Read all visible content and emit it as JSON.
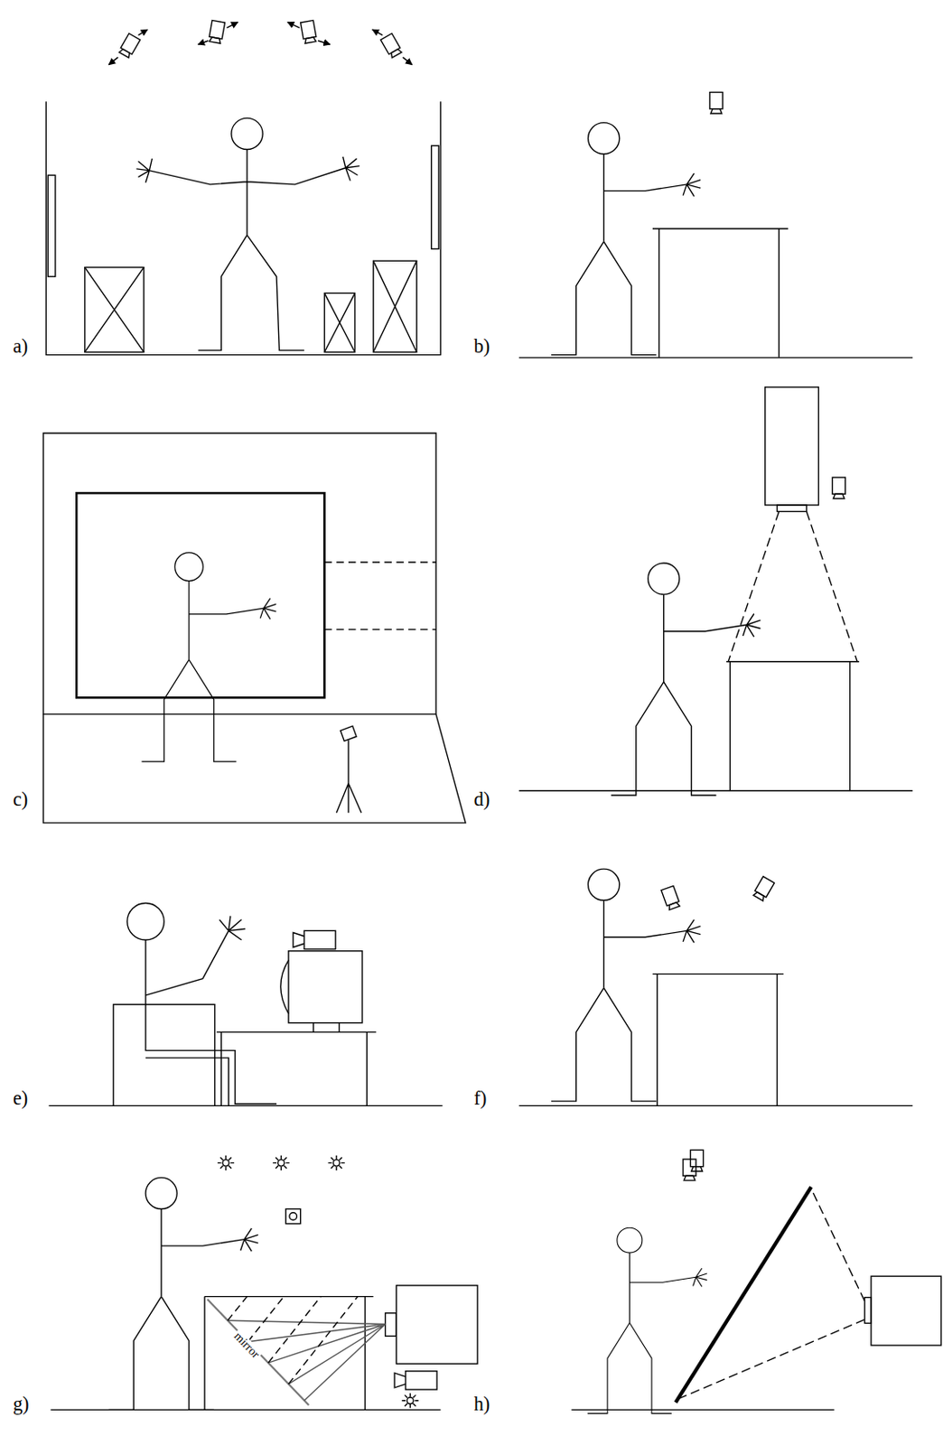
{
  "diagram": {
    "labels": [
      "a)",
      "b)",
      "c)",
      "d)",
      "e)",
      "f)",
      "g)",
      "h)",
      "mirror"
    ]
  }
}
